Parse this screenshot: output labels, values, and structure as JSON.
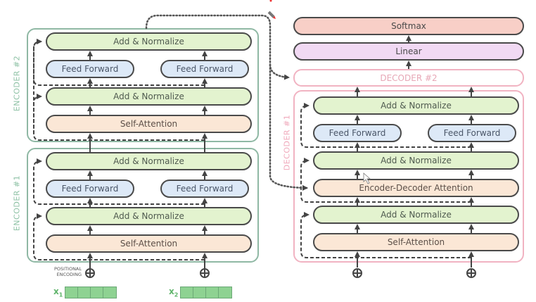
{
  "encoders": [
    {
      "label": "ENCODER #2",
      "layers": {
        "top_add_norm": "Add & Normalize",
        "feed_forward_left": "Feed Forward",
        "feed_forward_right": "Feed Forward",
        "mid_add_norm": "Add & Normalize",
        "self_attention": "Self-Attention"
      }
    },
    {
      "label": "ENCODER #1",
      "layers": {
        "top_add_norm": "Add & Normalize",
        "feed_forward_left": "Feed Forward",
        "feed_forward_right": "Feed Forward",
        "mid_add_norm": "Add & Normalize",
        "self_attention": "Self-Attention"
      }
    }
  ],
  "decoder": {
    "softmax": "Softmax",
    "linear": "Linear",
    "decoder2_label": "DECODER #2",
    "decoder1_label": "DECODER #1",
    "layers": {
      "top_add_norm": "Add & Normalize",
      "feed_forward_left": "Feed Forward",
      "feed_forward_right": "Feed Forward",
      "mid_add_norm": "Add & Normalize",
      "enc_dec_attention": "Encoder-Decoder Attention",
      "low_add_norm": "Add & Normalize",
      "self_attention": "Self-Attention"
    }
  },
  "inputs": {
    "positional_encoding_label": "POSITIONAL ENCODING",
    "plus_symbol": "⊕",
    "x1_label": "x",
    "x1_sub": "1",
    "x2_label": "x",
    "x2_sub": "2",
    "embedding_cells": 4
  },
  "colors": {
    "encoder_border": "#8fb8a4",
    "decoder_border": "#f1b3c2",
    "add_norm_fill": "#e3f3cf",
    "feed_forward_fill": "#dde9f7",
    "attention_fill": "#fbe7d6",
    "softmax_fill": "#f8cfc7",
    "linear_fill": "#f1d9f3",
    "embedding_fill": "#8ed292"
  }
}
